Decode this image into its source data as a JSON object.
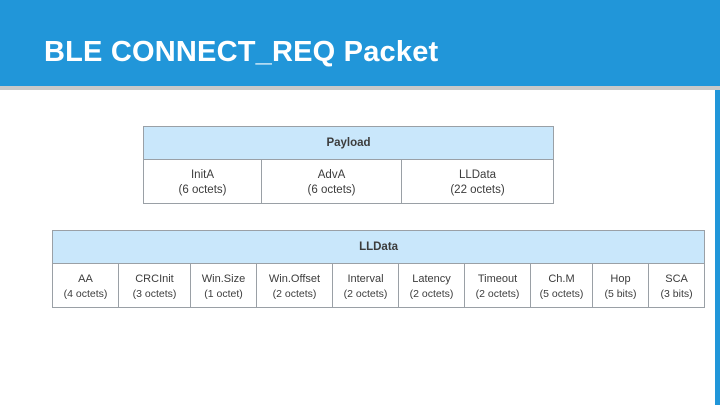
{
  "header": {
    "title": "BLE CONNECT_REQ Packet",
    "band_color": "#2196d9"
  },
  "diagram": {
    "tables": [
      {
        "name": "payload",
        "header": "Payload",
        "columns": [
          {
            "name": "InitA",
            "size": "(6 octets)"
          },
          {
            "name": "AdvA",
            "size": "(6 octets)"
          },
          {
            "name": "LLData",
            "size": "(22 octets)"
          }
        ],
        "widths": [
          118,
          140,
          152
        ]
      },
      {
        "name": "lldata",
        "header": "LLData",
        "columns": [
          {
            "name": "AA",
            "size": "(4 octets)"
          },
          {
            "name": "CRCInit",
            "size": "(3 octets)"
          },
          {
            "name": "Win.Size",
            "size": "(1 octet)"
          },
          {
            "name": "Win.Offset",
            "size": "(2 octets)"
          },
          {
            "name": "Interval",
            "size": "(2 octets)"
          },
          {
            "name": "Latency",
            "size": "(2 octets)"
          },
          {
            "name": "Timeout",
            "size": "(2 octets)"
          },
          {
            "name": "Ch.M",
            "size": "(5 octets)"
          },
          {
            "name": "Hop",
            "size": "(5 bits)"
          },
          {
            "name": "SCA",
            "size": "(3 bits)"
          }
        ],
        "widths": [
          66,
          72,
          66,
          76,
          66,
          66,
          66,
          62,
          56,
          56
        ]
      }
    ]
  }
}
